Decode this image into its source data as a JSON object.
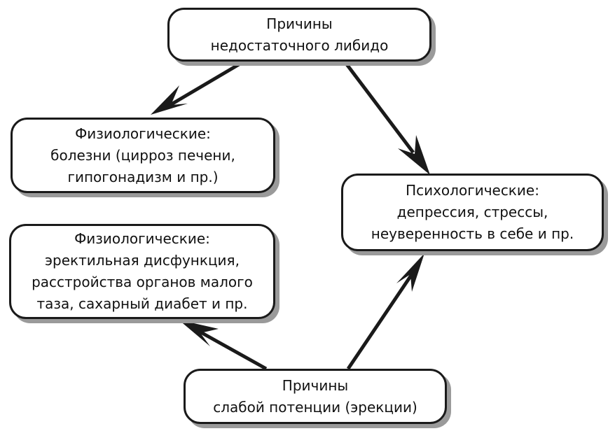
{
  "nodes": {
    "low_libido": {
      "lines": [
        "Причины",
        "недостаточного либидо"
      ]
    },
    "physio_libido": {
      "lines": [
        "Физиологические:",
        "болезни (цирроз печени,",
        "гипогонадизм и пр.)"
      ]
    },
    "psycho": {
      "lines": [
        "Психологические:",
        "депрессия, стрессы,",
        "неуверенность в себе и пр."
      ]
    },
    "physio_erection": {
      "lines": [
        "Физиологические:",
        "эректильная дисфункция,",
        "расстройства органов малого",
        "таза, сахарный диабет и пр."
      ]
    },
    "weak_potency": {
      "lines": [
        "Причины",
        "слабой потенции (эрекции)"
      ]
    }
  },
  "edges": [
    {
      "from": "low_libido",
      "to": "physio_libido"
    },
    {
      "from": "low_libido",
      "to": "psycho"
    },
    {
      "from": "weak_potency",
      "to": "physio_erection"
    },
    {
      "from": "weak_potency",
      "to": "psycho"
    }
  ],
  "colors": {
    "stroke": "#1a1a1a",
    "shadow": "#9a9a9a",
    "text": "#111111",
    "background": "#ffffff"
  }
}
